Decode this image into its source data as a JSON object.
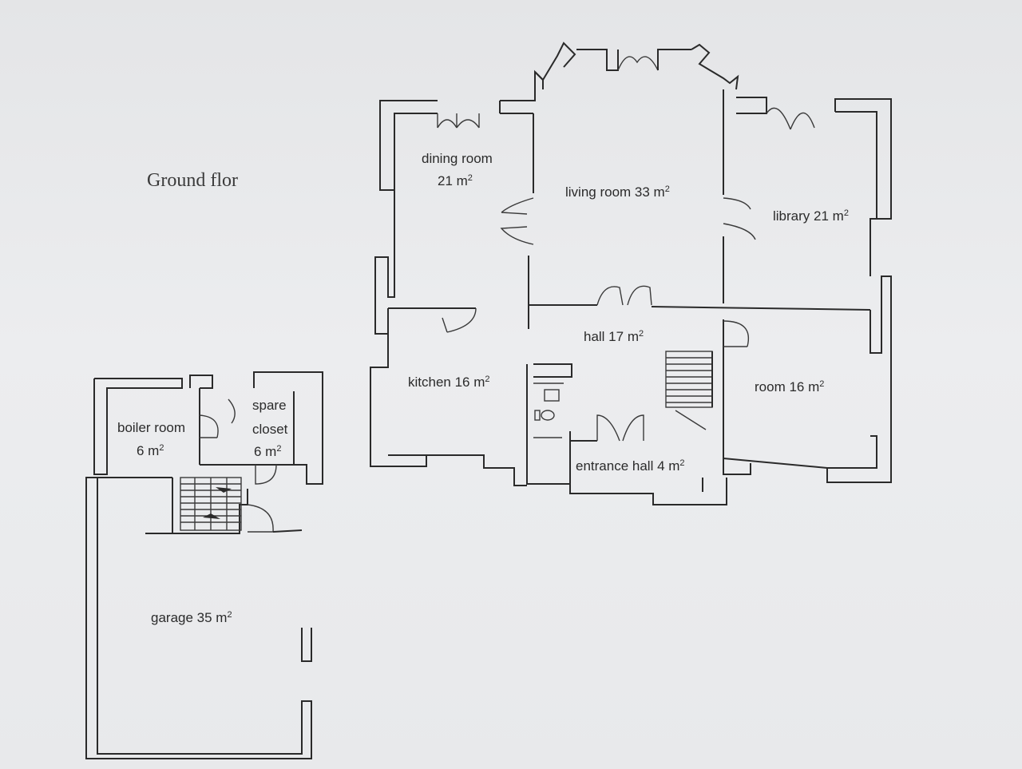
{
  "title": "Ground flor",
  "rooms": {
    "dining_room": {
      "name": "dining room",
      "area": "21 m",
      "unit_power": "2"
    },
    "living_room": {
      "name": "living room 33 m",
      "unit_power": "2"
    },
    "library": {
      "name": "library 21 m",
      "unit_power": "2"
    },
    "hall": {
      "name": "hall 17 m",
      "unit_power": "2"
    },
    "kitchen": {
      "name": "kitchen 16 m",
      "unit_power": "2"
    },
    "room": {
      "name": "room 16 m",
      "unit_power": "2"
    },
    "entrance_hall": {
      "name": "entrance hall 4 m",
      "unit_power": "2"
    },
    "boiler_room": {
      "name": "boiler room",
      "area": "6 m",
      "unit_power": "2"
    },
    "spare_closet": {
      "name_line1": "spare",
      "name_line2": "closet",
      "area": "6 m",
      "unit_power": "2"
    },
    "garage": {
      "name": "garage 35 m",
      "unit_power": "2"
    }
  },
  "colors": {
    "paper": "#e9eaec",
    "ink": "#2a2a2a"
  }
}
